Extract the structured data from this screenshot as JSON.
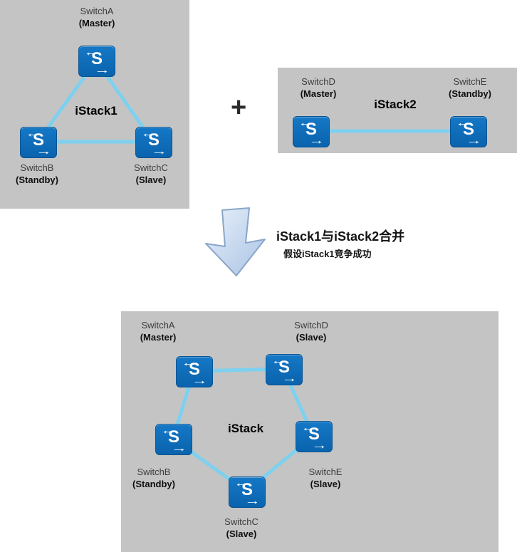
{
  "icons": {
    "switch_letter": "S",
    "arrow_left": "←",
    "arrow_right": "→"
  },
  "colors": {
    "panel_bg": "#c4c4c4",
    "link_line": "#7dd1ef",
    "switch_blue": "#0b6cb8",
    "arrow_fill_light": "#e9f1fb",
    "arrow_fill_dark": "#a9c3e4"
  },
  "istack1": {
    "label": "iStack1",
    "switch_a": {
      "name": "SwitchA",
      "role": "(Master)"
    },
    "switch_b": {
      "name": "SwitchB",
      "role": "(Standby)"
    },
    "switch_c": {
      "name": "SwitchC",
      "role": "(Slave)"
    }
  },
  "plus_sign": "+",
  "istack2": {
    "label": "iStack2",
    "switch_d": {
      "name": "SwitchD",
      "role": "(Master)"
    },
    "switch_e": {
      "name": "SwitchE",
      "role": "(Standby)"
    }
  },
  "merge_note": {
    "title": "iStack1与iStack2合并",
    "subtitle": "假设iStack1竞争成功"
  },
  "merged": {
    "label": "iStack",
    "switch_a": {
      "name": "SwitchA",
      "role": "(Master)"
    },
    "switch_d": {
      "name": "SwitchD",
      "role": "(Slave)"
    },
    "switch_b": {
      "name": "SwitchB",
      "role": "(Standby)"
    },
    "switch_e": {
      "name": "SwitchE",
      "role": "(Slave)"
    },
    "switch_c": {
      "name": "SwitchC",
      "role": "(Slave)"
    }
  }
}
